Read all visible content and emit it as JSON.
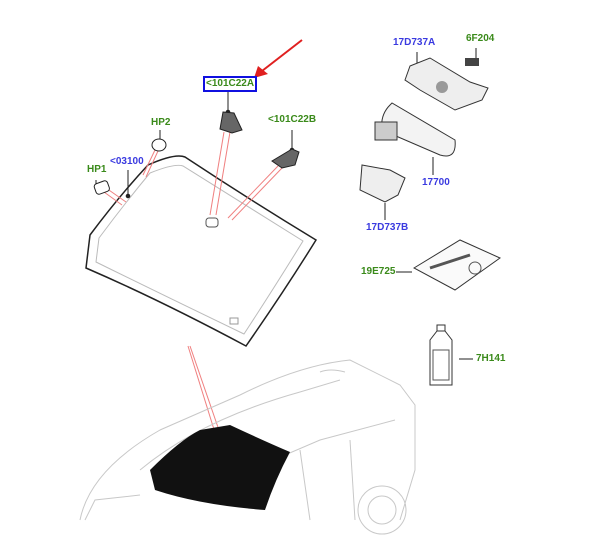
{
  "colors": {
    "part_link": "#3a3ae0",
    "kit_link": "#3a8a1a",
    "highlight": "#1010e0",
    "arrow": "#e02020",
    "leader": "#f08080"
  },
  "callouts": {
    "c101c22a": "<101C22A",
    "c101c22b": "<101C22B",
    "hp2": "HP2",
    "hp1": "HP1",
    "c03100": "<03100",
    "c17d737a": "17D737A",
    "c6f204": "6F204",
    "c17700": "17700",
    "c17d737b": "17D737B",
    "c19e725": "19E725",
    "c7h141": "7H141"
  },
  "selected_callout": "<101C22A"
}
